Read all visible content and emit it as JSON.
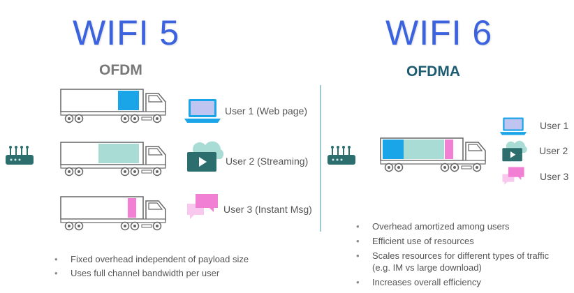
{
  "left": {
    "title": "WIFI 5",
    "subtitle": "OFDM",
    "users": [
      {
        "label": "User 1 (Web page)",
        "icon": "laptop-icon",
        "color": "#1aa5e8"
      },
      {
        "label": "User 2 (Streaming)",
        "icon": "streaming-icon",
        "color": "#a9dcd4"
      },
      {
        "label": "User 3 (Instant Msg)",
        "icon": "chat-icon",
        "color": "#f17fd4"
      }
    ],
    "bullets": [
      "Fixed overhead independent of payload size",
      "Uses full channel bandwidth per user"
    ]
  },
  "right": {
    "title": "WIFI 6",
    "subtitle": "OFDMA",
    "users": [
      {
        "label": "User 1",
        "icon": "laptop-icon"
      },
      {
        "label": "User 2",
        "icon": "streaming-icon"
      },
      {
        "label": "User 3",
        "icon": "chat-icon"
      }
    ],
    "bullets": [
      "Overhead amortized among users",
      "Efficient use of resources",
      "Scales resources for different types of traffic (e.g. IM vs large download)",
      "Increases overall efficiency"
    ]
  },
  "colors": {
    "title_blue": "#3b63e0",
    "ofdm_gray": "#777777",
    "ofdma_teal": "#1d5b70",
    "router_teal": "#2c6e6e",
    "truck_outline": "#666666"
  }
}
